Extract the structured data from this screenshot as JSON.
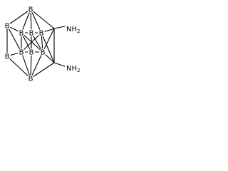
{
  "molecule": {
    "atom_symbols": {
      "boron": "B",
      "carbon": "C"
    },
    "substituents": [
      {
        "element": "N",
        "hydrogen": "H",
        "count": "2"
      },
      {
        "element": "N",
        "hydrogen": "H",
        "count": "2"
      }
    ],
    "colors": {
      "bond": "#000000",
      "label": "#000000",
      "background": "#ffffff"
    }
  }
}
